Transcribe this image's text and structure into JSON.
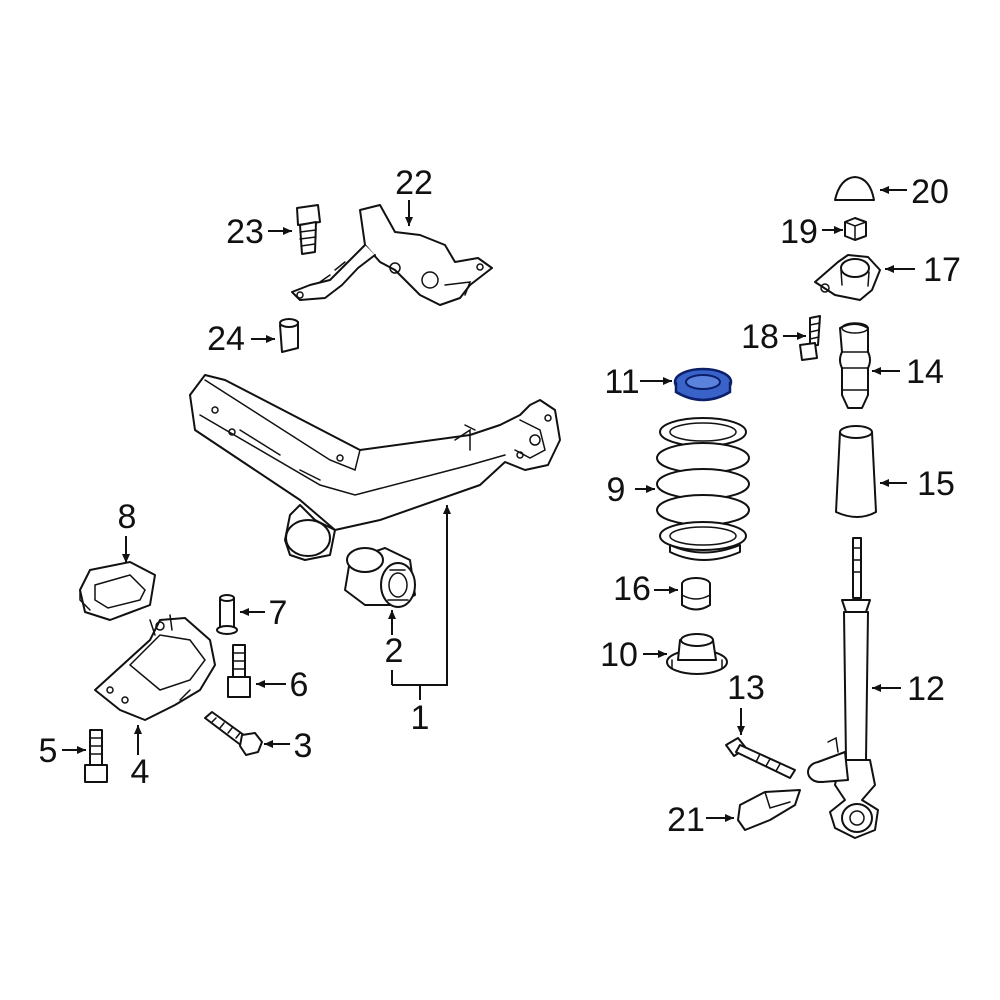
{
  "highlight_color": "#3a63c9",
  "callouts": {
    "c1": "1",
    "c2": "2",
    "c3": "3",
    "c4": "4",
    "c5": "5",
    "c6": "6",
    "c7": "7",
    "c8": "8",
    "c9": "9",
    "c10": "10",
    "c11": "11",
    "c12": "12",
    "c13": "13",
    "c14": "14",
    "c15": "15",
    "c16": "16",
    "c17": "17",
    "c18": "18",
    "c19": "19",
    "c20": "20",
    "c21": "21",
    "c22": "22",
    "c23": "23",
    "c24": "24"
  },
  "highlighted_callout": "11"
}
